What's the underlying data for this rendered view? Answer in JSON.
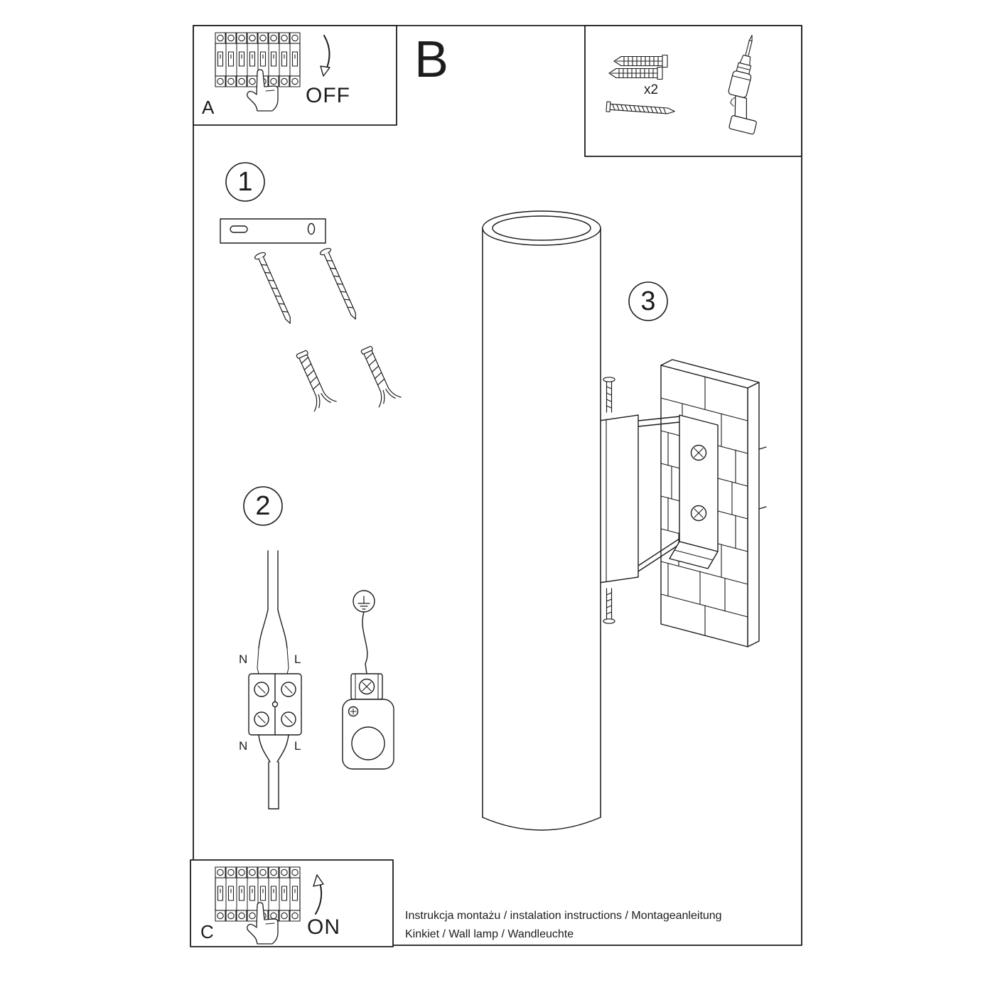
{
  "panel_a": {
    "label": "A",
    "switch_state": "OFF"
  },
  "section_b": {
    "label": "B"
  },
  "parts_box": {
    "anchor_quantity": "x2"
  },
  "steps": {
    "step1": "1",
    "step2": "2",
    "step3": "3"
  },
  "wiring": {
    "n_top": "N",
    "l_top": "L",
    "n_bottom": "N",
    "l_bottom": "L"
  },
  "panel_c": {
    "label": "C",
    "switch_state": "ON"
  },
  "footer": {
    "line1": "Instrukcja montażu / instalation instructions / Montageanleitung",
    "line2": "Kinkiet / Wall lamp / Wandleuchte"
  },
  "colors": {
    "line": "#1c1c1c",
    "paper": "#ffffff"
  }
}
